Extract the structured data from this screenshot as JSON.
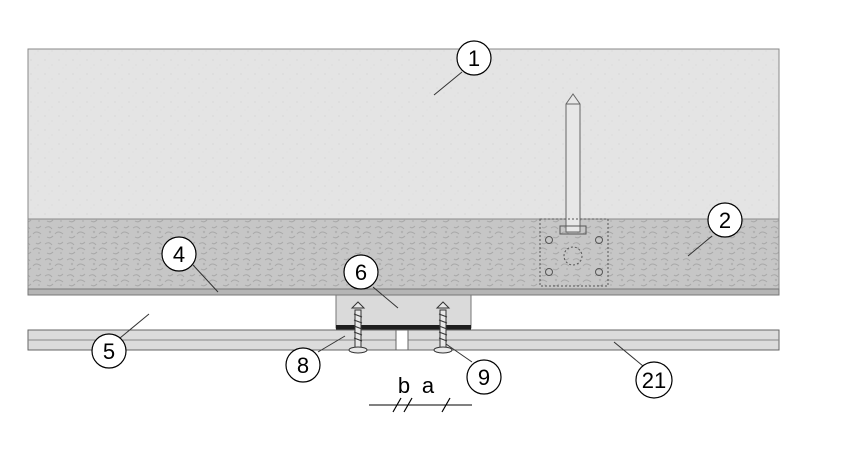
{
  "callouts": {
    "c1": "1",
    "c2": "2",
    "c4": "4",
    "c5": "5",
    "c6": "6",
    "c8": "8",
    "c9": "9",
    "c21": "21"
  },
  "dimension": {
    "b": "b",
    "a": "a"
  },
  "colors": {
    "concrete_slab": "#e4e4e4",
    "insulation_layer": "#c9c9c9",
    "bottom_sheet": "#b9b9b9",
    "profile_rail": "#dcdcdc",
    "bracket": "#d6d6d6",
    "outline": "#555555"
  }
}
